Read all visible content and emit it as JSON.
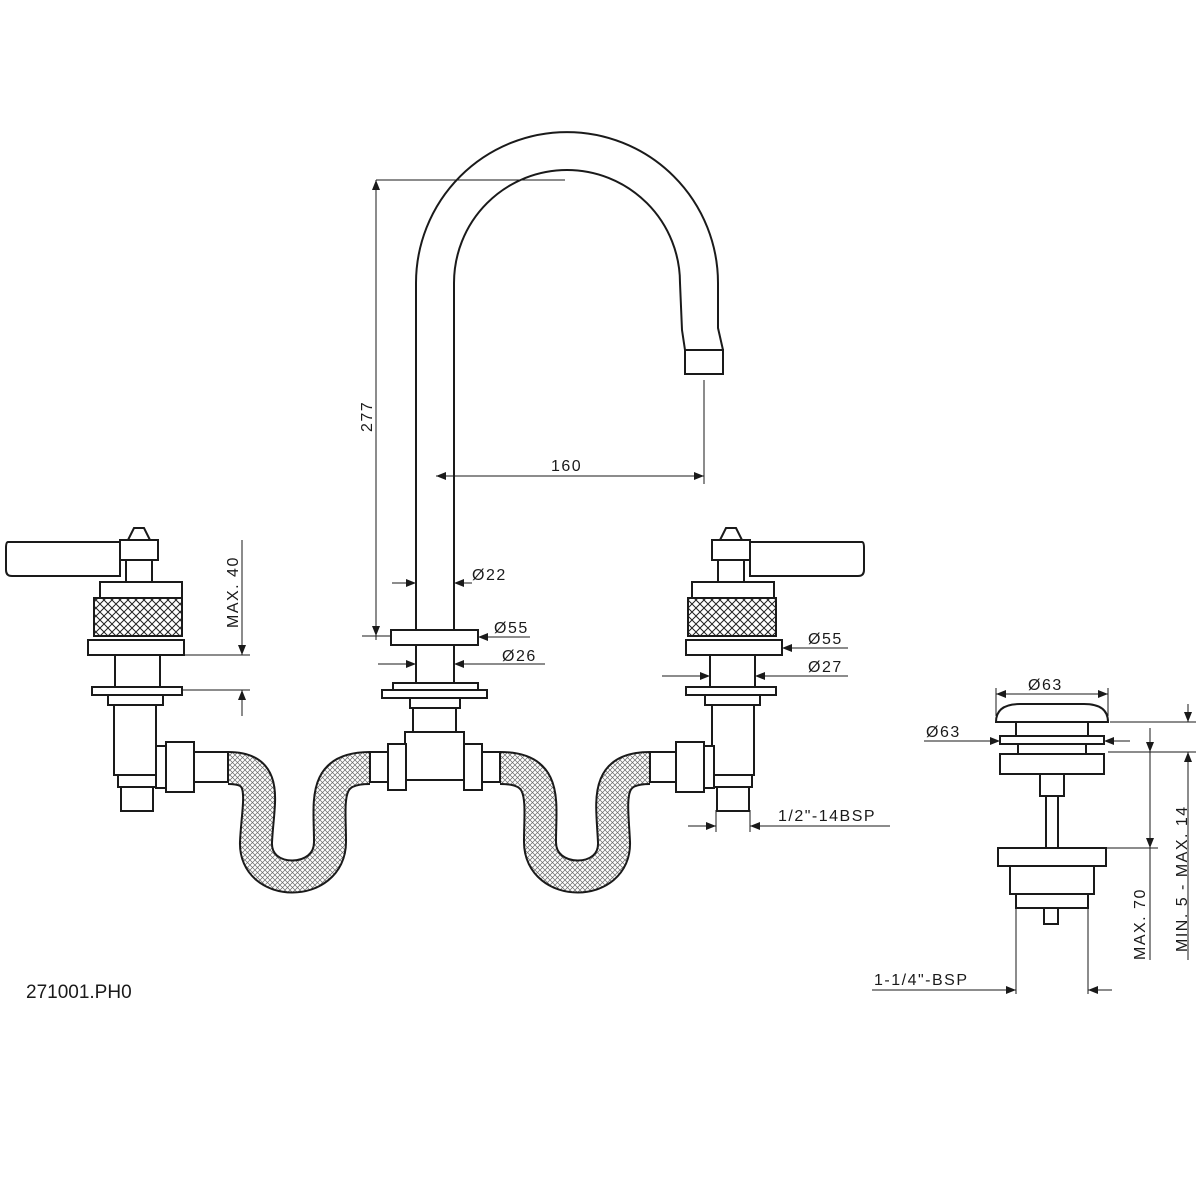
{
  "product_code": "271001.PH0",
  "dimensions": {
    "spout_height": "277",
    "spout_reach": "160",
    "spout_tube_diameter": "Ø22",
    "base_flange_center": "Ø55",
    "shank_center": "Ø26",
    "base_flange_right": "Ø55",
    "shank_right": "Ø27",
    "handle_max_height": "MAX. 40",
    "connection_thread": "1/2\"-14BSP",
    "waste_head_diameter": "Ø63",
    "waste_flange_diameter": "Ø63",
    "waste_max_length": "MAX. 70",
    "waste_min_max": "MIN. 5 - MAX. 14",
    "waste_thread": "1-1/4\"-BSP"
  }
}
